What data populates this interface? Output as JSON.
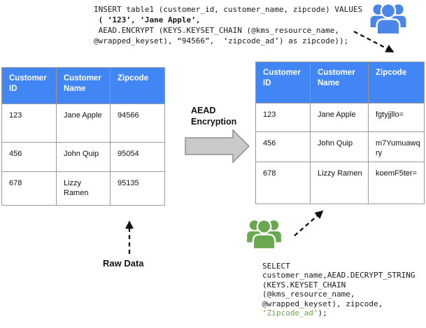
{
  "insert_code": {
    "line1": "INSERT table1 (customer_id, customer_name, zipcode) VALUES",
    "line2_bold": " ( ‘123’, ‘Jane Apple’,",
    "line3": " AEAD.ENCRYPT (KEYS.KEYSET_CHAIN (@kms_resource_name,",
    "line4": "@wrapped_keyset), “94566”,  ‘zipcode_ad’) as zipcode));"
  },
  "select_code": {
    "lines": [
      "SELECT",
      "customer_name,AEAD.DECRYPT_STRING",
      "(KEYS.KEYSET_CHAIN",
      "(@kms_resource_name,",
      "@wrapped_keyset), zipcode,"
    ],
    "line6_green": "‘Zipcode_ad’",
    "line6_end": ");"
  },
  "labels": {
    "aead_line1": "AEAD",
    "aead_line2": "Encryption",
    "raw_data": "Raw Data"
  },
  "plain_table": {
    "headers": [
      "Customer ID",
      "Customer Name",
      "Zipcode"
    ],
    "rows": [
      [
        "123",
        "Jane Apple",
        "94566"
      ],
      [
        "456",
        "John Quip",
        "95054"
      ],
      [
        "678",
        "Lizzy Ramen",
        "95135"
      ]
    ]
  },
  "encrypted_table": {
    "headers": [
      "Customer ID",
      "Customer Name",
      "Zipcode"
    ],
    "rows": [
      [
        "123",
        "Jane Apple",
        "fgtyjjllo="
      ],
      [
        "456",
        "John Quip",
        "m7Yumuawqry"
      ],
      [
        "678",
        "Lizzy Ramen",
        "koemF5ter="
      ]
    ]
  },
  "icons": {
    "top_right": "users-icon (blue)",
    "bottom_middle": "users-icon (green)"
  },
  "colors": {
    "table_header_blue": "#4285f4",
    "icon_blue": "#4a86e8",
    "icon_green": "#6aa84f",
    "code_highlight_green": "#6aa84f",
    "block_arrow_fill": "#c9c9c9",
    "block_arrow_stroke": "#8f8f8f",
    "table_border_gray": "#9a9a9a"
  }
}
